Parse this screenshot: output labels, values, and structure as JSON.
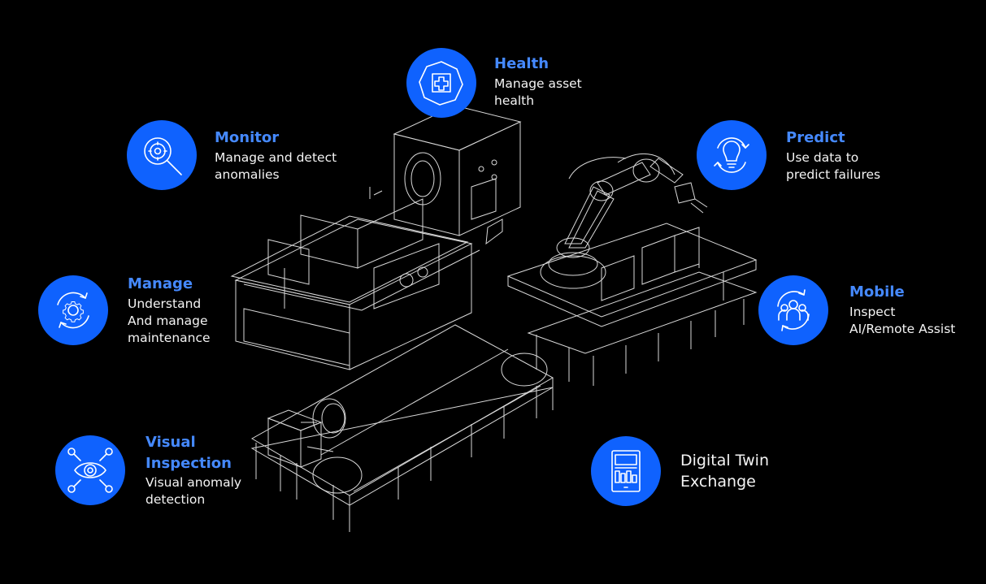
{
  "features": {
    "health": {
      "title": "Health",
      "desc": "Manage asset\nhealth",
      "icon": "health-plus-icon"
    },
    "monitor": {
      "title": "Monitor",
      "desc": "Manage and detect\nanomalies",
      "icon": "gear-magnifier-icon"
    },
    "predict": {
      "title": "Predict",
      "desc": "Use data to\npredict failures",
      "icon": "lightbulb-icon"
    },
    "manage": {
      "title": "Manage",
      "desc": "Understand\nAnd manage\nmaintenance",
      "icon": "gear-cycle-icon"
    },
    "mobile": {
      "title": "Mobile",
      "desc": "Inspect\nAI/Remote Assist",
      "icon": "people-icon"
    },
    "visual_inspection": {
      "title": "Visual\nInspection",
      "desc": "Visual anomaly\ndetection",
      "icon": "eye-network-icon"
    },
    "digital_twin": {
      "label": "Digital Twin\nExchange",
      "icon": "tablet-dashboard-icon"
    }
  },
  "colors": {
    "background": "#000000",
    "accent": "#0f62fe",
    "title": "#4589ff",
    "text": "#f4f4f4",
    "line": "#d9d9d9"
  }
}
